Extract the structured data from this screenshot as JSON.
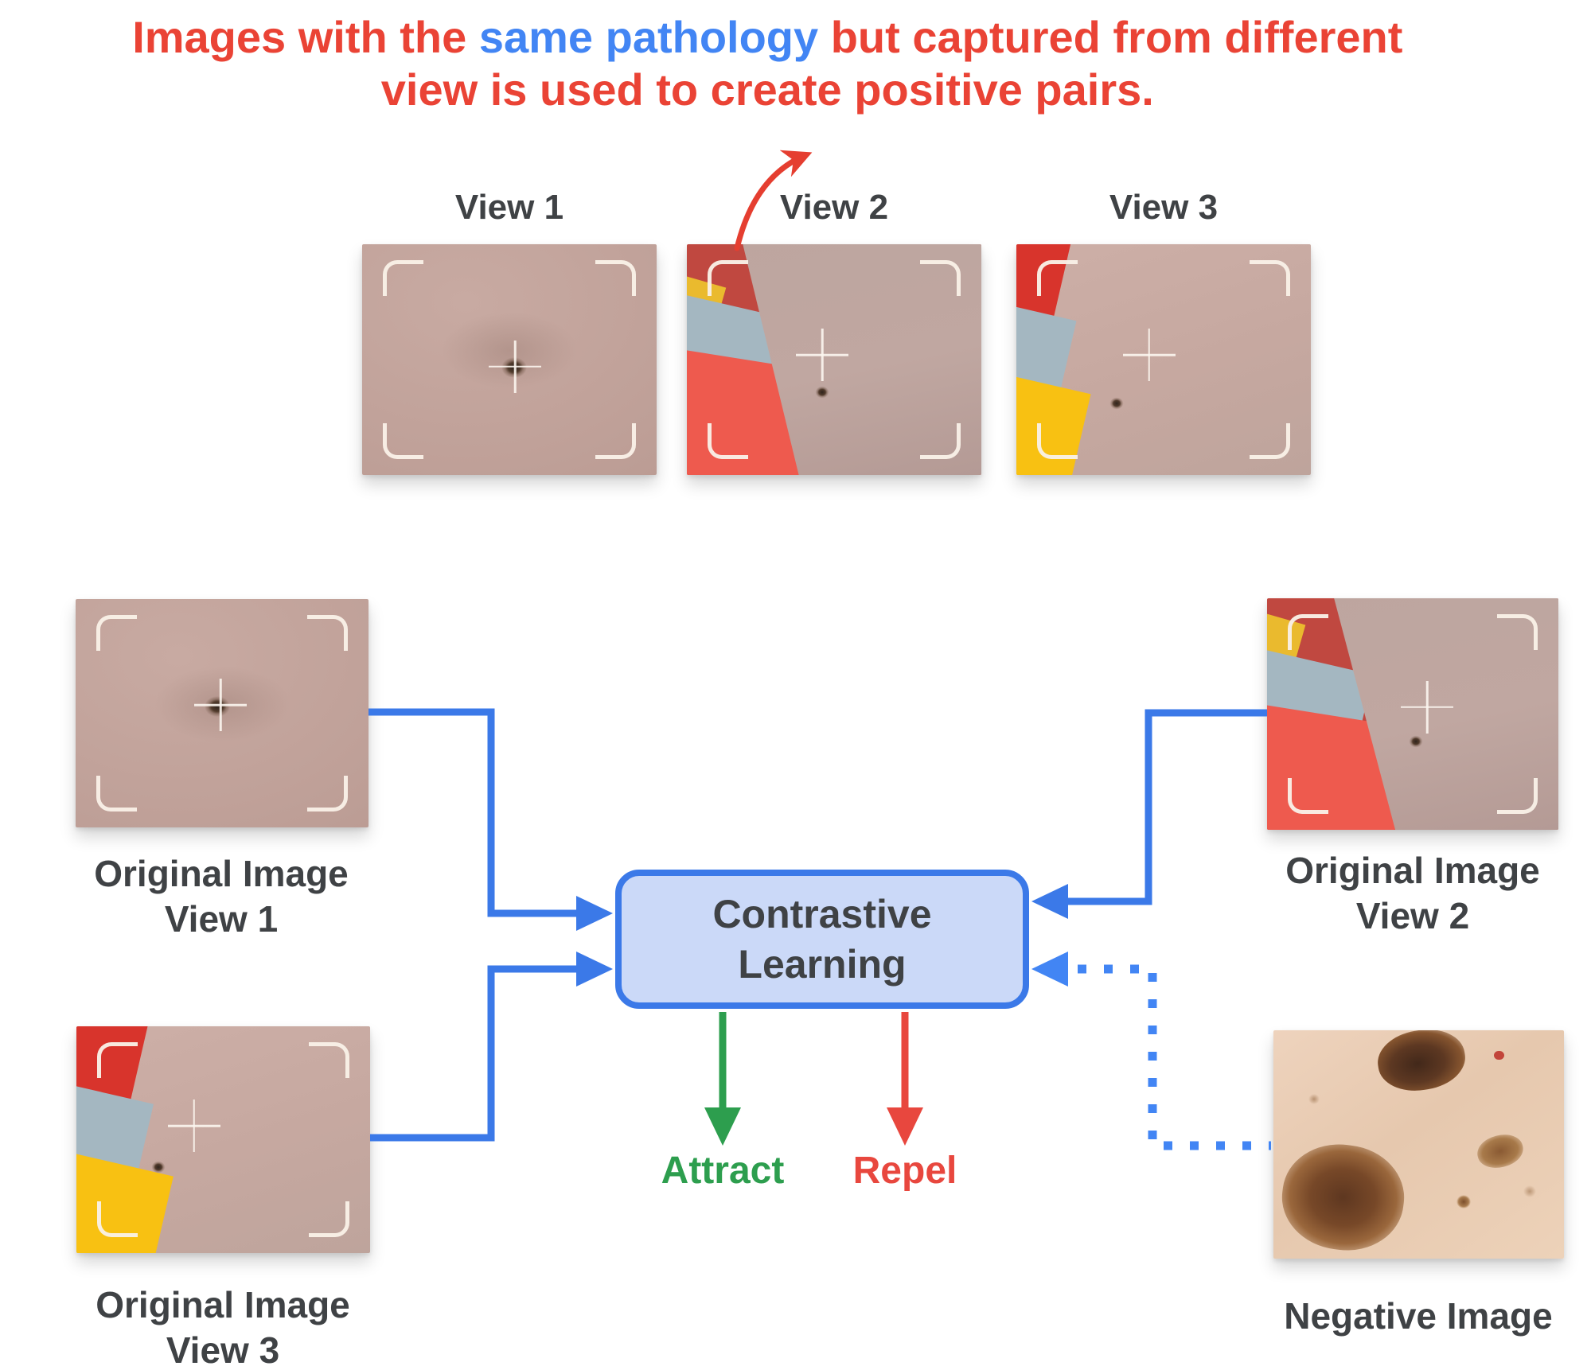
{
  "title": {
    "pre": "Images with the ",
    "highlight": "same pathology",
    "post": " but captured from different",
    "line2": "view is used to create positive pairs."
  },
  "views": {
    "v1": "View 1",
    "v2": "View  2",
    "v3": "View 3"
  },
  "captions": {
    "left_top_line1": "Original Image",
    "left_top_line2": "View 1",
    "right_line1": "Original Image",
    "right_line2": "View 2",
    "left_bottom_line1": "Original Image",
    "left_bottom_line2": "View 3",
    "negative": "Negative Image"
  },
  "box": {
    "line1": "Contrastive",
    "line2": "Learning"
  },
  "outcomes": {
    "attract": "Attract",
    "repel": "Repel"
  },
  "colors": {
    "arrow_blue": "#3b79e8",
    "dotted_blue": "#4285f4",
    "box_fill": "#cbd9f8",
    "box_border": "#3b79e8",
    "title_red": "#ea4335",
    "title_blue": "#4285f4",
    "attract_green": "#2d9e4e",
    "repel_red": "#e8473e",
    "label_gray": "#3f4245",
    "annotation_arrow_red": "#e53e30"
  }
}
